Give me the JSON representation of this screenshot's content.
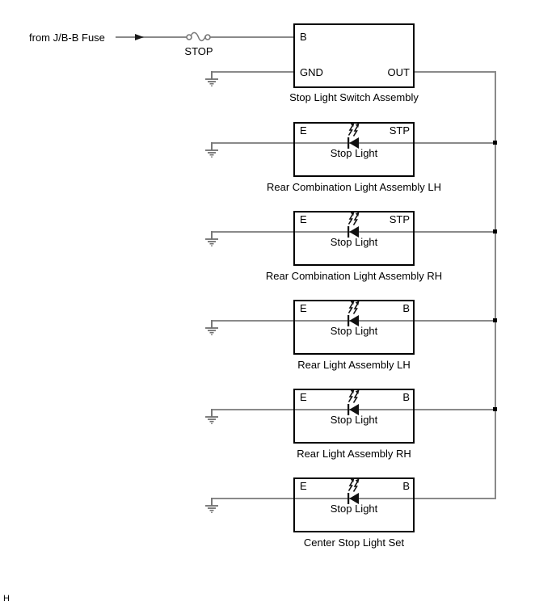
{
  "diagram": {
    "feed_label": "from J/B-B Fuse",
    "fuse_name": "STOP",
    "page_marker": "H",
    "wire_color": "#8a8a8a",
    "switch_box": {
      "caption": "Stop Light Switch Assembly",
      "terminal_b": "B",
      "terminal_gnd": "GND",
      "terminal_out": "OUT"
    },
    "lights": [
      {
        "left_terminal": "E",
        "right_terminal": "STP",
        "inner_label": "Stop Light",
        "caption": "Rear Combination Light Assembly LH"
      },
      {
        "left_terminal": "E",
        "right_terminal": "STP",
        "inner_label": "Stop Light",
        "caption": "Rear Combination Light Assembly RH"
      },
      {
        "left_terminal": "E",
        "right_terminal": "B",
        "inner_label": "Stop Light",
        "caption": "Rear Light Assembly LH"
      },
      {
        "left_terminal": "E",
        "right_terminal": "B",
        "inner_label": "Stop Light",
        "caption": "Rear Light Assembly RH"
      },
      {
        "left_terminal": "E",
        "right_terminal": "B",
        "inner_label": "Stop Light",
        "caption": "Center Stop Light Set"
      }
    ]
  }
}
